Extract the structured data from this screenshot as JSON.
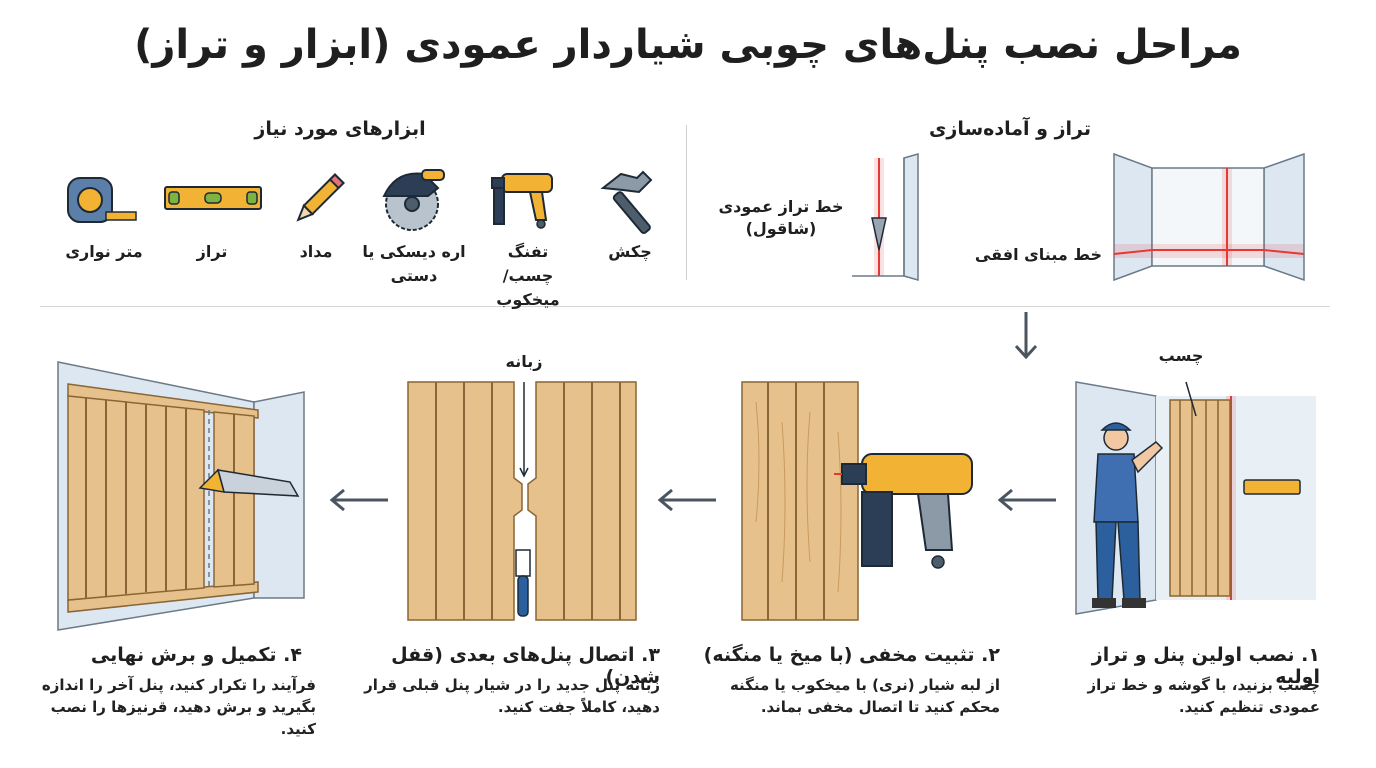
{
  "title": "مراحل نصب پنل‌های چوبی شیاردار عمودی (ابزار و تراز)",
  "tools_section": {
    "heading": "ابزارهای مورد نیاز",
    "tools": [
      {
        "label": "چکش",
        "icon": "hammer-icon"
      },
      {
        "label": "تفنگ چسب/ میخکوب",
        "icon": "nail-gun-icon"
      },
      {
        "label": "اره دیسکی یا دستی",
        "icon": "circular-saw-icon"
      },
      {
        "label": "مداد",
        "icon": "pencil-icon"
      },
      {
        "label": "تراز",
        "icon": "level-icon"
      },
      {
        "label": "متر نواری",
        "icon": "tape-measure-icon"
      }
    ]
  },
  "leveling_section": {
    "heading": "تراز و آماده‌سازی",
    "vertical_line_label": "خط تراز عمودی (شاقول)",
    "horizontal_line_label": "خط مبنای افقی"
  },
  "callouts": {
    "glue": "چسب",
    "tongue": "زبانه"
  },
  "steps": [
    {
      "title": "۱. نصب اولین پنل و تراز اولیه",
      "desc": "چسب بزنید، با گوشه و خط تراز عمودی تنظیم کنید."
    },
    {
      "title": "۲. تثبیت مخفی (با میخ یا منگنه)",
      "desc": "از لبه شیار (نری) با میخکوب یا منگنه محکم کنید تا اتصال مخفی بماند."
    },
    {
      "title": "۳. اتصال پنل‌های بعدی (قفل شدن)",
      "desc": "زبانه پنل جدید را در شیار پنل قبلی قرار دهید، کاملاً جفت کنید."
    },
    {
      "title": "۴. تکمیل و برش نهایی",
      "desc": "فرآیند را تکرار کنید، پنل آخر را اندازه بگیرید و برش دهید، قرنیزها را نصب کنید."
    }
  ],
  "colors": {
    "wood": "#E6C18B",
    "wood_dark": "#B98A50",
    "wall": "#DCE7F1",
    "laser": "#E53935",
    "arrow": "#4A5560",
    "tool_yellow": "#F2B233",
    "tool_navy": "#2C3E55"
  }
}
